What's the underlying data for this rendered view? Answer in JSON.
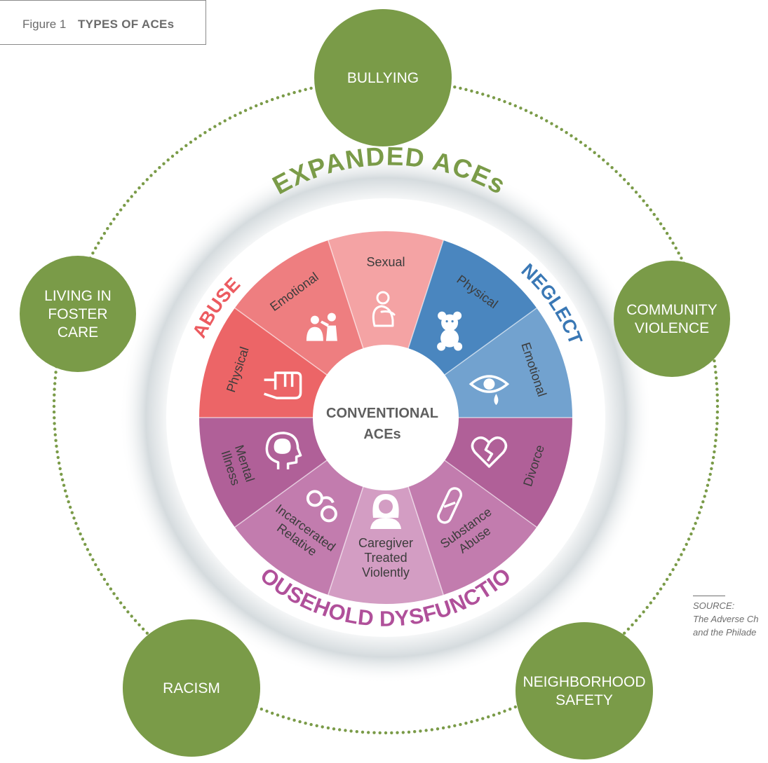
{
  "figure": {
    "number": "Figure 1",
    "title": "TYPES OF ACEs"
  },
  "center": {
    "line1": "CONVENTIONAL",
    "line2": "ACEs"
  },
  "ring_labels": {
    "expanded": "EXPANDED ACEs",
    "abuse": "ABUSE",
    "neglect": "NEGLECT",
    "household": "HOUSEHOLD DYSFUNCTION"
  },
  "segments": [
    {
      "key": "emotional-abuse",
      "label": [
        "Emotional"
      ],
      "icon": "confrontation-icon",
      "color": "#ee7e80"
    },
    {
      "key": "sexual-abuse",
      "label": [
        "Sexual"
      ],
      "icon": "curled-up-child-icon",
      "color": "#f4a3a4"
    },
    {
      "key": "physical-neglect",
      "label": [
        "Physical"
      ],
      "icon": "teddy-bear-icon",
      "color": "#4a86bf"
    },
    {
      "key": "emotional-neglect",
      "label": [
        "Emotional"
      ],
      "icon": "crying-eye-icon",
      "color": "#72a2cf"
    },
    {
      "key": "divorce",
      "label": [
        "Divorce"
      ],
      "icon": "broken-heart-icon",
      "color": "#b06098"
    },
    {
      "key": "substance-abuse",
      "label": [
        "Substance",
        "Abuse"
      ],
      "icon": "pill-icon",
      "color": "#c27cae"
    },
    {
      "key": "caregiver-treated-violently",
      "label": [
        "Caregiver",
        "Treated",
        "Violently"
      ],
      "icon": "bruised-woman-icon",
      "color": "#d39dc3"
    },
    {
      "key": "incarcerated-relative",
      "label": [
        "Incarcerated",
        "Relative"
      ],
      "icon": "handcuffs-icon",
      "color": "#c27cae"
    },
    {
      "key": "mental-illness",
      "label": [
        "Mental",
        "Illness"
      ],
      "icon": "head-brain-icon",
      "color": "#b06098"
    },
    {
      "key": "physical-abuse",
      "label": [
        "Physical"
      ],
      "icon": "fist-icon",
      "color": "#ec6567"
    }
  ],
  "expanded_aces": [
    {
      "key": "bullying",
      "lines": [
        "BULLYING"
      ]
    },
    {
      "key": "community-violence",
      "lines": [
        "COMMUNITY",
        "VIOLENCE"
      ]
    },
    {
      "key": "neighborhood-safety",
      "lines": [
        "NEIGHBORHOOD",
        "SAFETY"
      ]
    },
    {
      "key": "racism",
      "lines": [
        "RACISM"
      ]
    },
    {
      "key": "living-in-foster-care",
      "lines": [
        "LIVING IN",
        "FOSTER",
        "CARE"
      ]
    }
  ],
  "source": {
    "heading": "SOURCE:",
    "line1": "The Adverse Ch",
    "line2": "and the Philade"
  },
  "colors": {
    "green": "#7a9b48",
    "abuse_red": "#ec5b60",
    "neglect_blue": "#3a78b5",
    "household_purple": "#b0509a",
    "dots": "#7a9b48"
  }
}
